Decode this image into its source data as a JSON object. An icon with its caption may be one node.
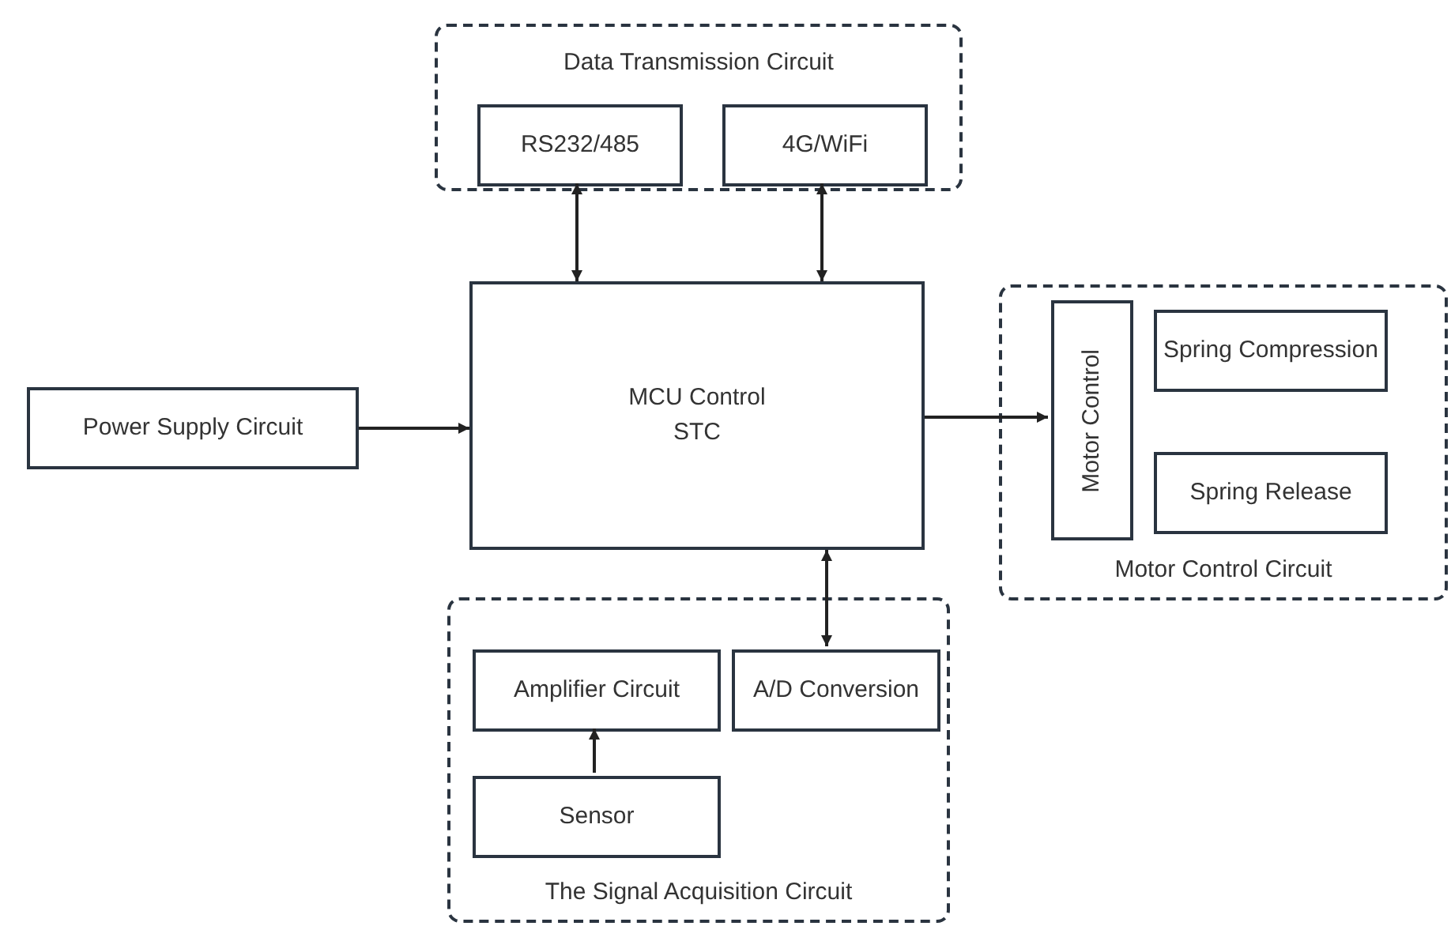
{
  "diagram": {
    "nodes": [
      {
        "text": [
          "Data Transmission Circuit"
        ]
      },
      {
        "text": [
          "RS232/485"
        ],
        "in": 0
      },
      {
        "text": [
          "4G/WiFi"
        ],
        "in": 0
      },
      {
        "text": [
          "MCU Control",
          "STC"
        ]
      },
      {
        "text": [
          "Power Supply Circuit"
        ]
      },
      {
        "text": [
          "Motor Control Circuit"
        ]
      },
      {
        "text": [
          "Motor Control"
        ],
        "in": 5
      },
      {
        "text": [
          "Spring Compression"
        ],
        "in": 5
      },
      {
        "text": [
          "Spring Release"
        ],
        "in": 5
      },
      {
        "text": [
          "The Signal Acquisition Circuit"
        ]
      },
      {
        "text": [
          "Amplifier Circuit"
        ],
        "in": 9
      },
      {
        "text": [
          "A/D Conversion"
        ],
        "in": 9
      },
      {
        "text": [
          "Sensor"
        ],
        "in": 9
      }
    ],
    "edges": [
      {
        "from": 1,
        "to": 3,
        "arrow": "both"
      },
      {
        "from": 2,
        "to": 3,
        "arrow": "both"
      },
      {
        "from": 4,
        "to": 3,
        "arrow": "to"
      },
      {
        "from": 3,
        "to": 6,
        "arrow": "to"
      },
      {
        "from": 3,
        "to": 11,
        "arrow": "both"
      },
      {
        "from": 12,
        "to": 10,
        "arrow": "to"
      }
    ]
  }
}
